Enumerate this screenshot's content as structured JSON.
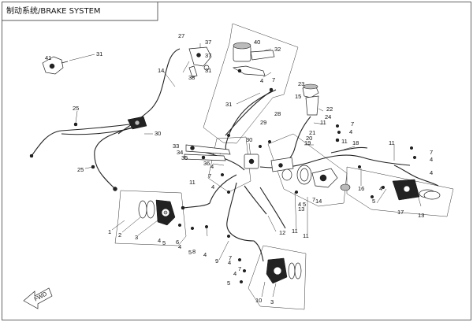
{
  "title": "制动系统/BRAKE SYSTEM",
  "direction_label": "FWD",
  "callouts": [
    {
      "id": "c-1",
      "text": "1"
    },
    {
      "id": "c-2",
      "text": "2"
    },
    {
      "id": "c-3a",
      "text": "3"
    },
    {
      "id": "c-3b",
      "text": "3"
    },
    {
      "id": "c-4a",
      "text": "4"
    },
    {
      "id": "c-4b",
      "text": "4"
    },
    {
      "id": "c-4c",
      "text": "4"
    },
    {
      "id": "c-4d",
      "text": "4"
    },
    {
      "id": "c-4e",
      "text": "4"
    },
    {
      "id": "c-4f",
      "text": "4"
    },
    {
      "id": "c-4g",
      "text": "4"
    },
    {
      "id": "c-4h",
      "text": "4"
    },
    {
      "id": "c-4i",
      "text": "4"
    },
    {
      "id": "c-4j",
      "text": "4"
    },
    {
      "id": "c-4k",
      "text": "4"
    },
    {
      "id": "c-4l",
      "text": "4"
    },
    {
      "id": "c-4m",
      "text": "4"
    },
    {
      "id": "c-5a",
      "text": "5"
    },
    {
      "id": "c-5b",
      "text": "5"
    },
    {
      "id": "c-5c",
      "text": "5"
    },
    {
      "id": "c-5d",
      "text": "5"
    },
    {
      "id": "c-5e",
      "text": "5"
    },
    {
      "id": "c-6",
      "text": "6"
    },
    {
      "id": "c-7a",
      "text": "7"
    },
    {
      "id": "c-7b",
      "text": "7"
    },
    {
      "id": "c-7c",
      "text": "7"
    },
    {
      "id": "c-7d",
      "text": "7"
    },
    {
      "id": "c-7e",
      "text": "7"
    },
    {
      "id": "c-7f",
      "text": "7"
    },
    {
      "id": "c-7g",
      "text": "7"
    },
    {
      "id": "c-8",
      "text": "8"
    },
    {
      "id": "c-9",
      "text": "9"
    },
    {
      "id": "c-10",
      "text": "10"
    },
    {
      "id": "c-11a",
      "text": "11"
    },
    {
      "id": "c-11b",
      "text": "11"
    },
    {
      "id": "c-11c",
      "text": "11"
    },
    {
      "id": "c-11d",
      "text": "11"
    },
    {
      "id": "c-11e",
      "text": "11"
    },
    {
      "id": "c-11f",
      "text": "11"
    },
    {
      "id": "c-12",
      "text": "12"
    },
    {
      "id": "c-13a",
      "text": "13"
    },
    {
      "id": "c-13b",
      "text": "13"
    },
    {
      "id": "c-14a",
      "text": "14"
    },
    {
      "id": "c-14b",
      "text": "14"
    },
    {
      "id": "c-15",
      "text": "15"
    },
    {
      "id": "c-16",
      "text": "16"
    },
    {
      "id": "c-17",
      "text": "17"
    },
    {
      "id": "c-18",
      "text": "18"
    },
    {
      "id": "c-19",
      "text": "19"
    },
    {
      "id": "c-20",
      "text": "20"
    },
    {
      "id": "c-21",
      "text": "21"
    },
    {
      "id": "c-22",
      "text": "22"
    },
    {
      "id": "c-23",
      "text": "23"
    },
    {
      "id": "c-24",
      "text": "24"
    },
    {
      "id": "c-25a",
      "text": "25"
    },
    {
      "id": "c-25b",
      "text": "25"
    },
    {
      "id": "c-27",
      "text": "27"
    },
    {
      "id": "c-28",
      "text": "28"
    },
    {
      "id": "c-29",
      "text": "29"
    },
    {
      "id": "c-30a",
      "text": "30"
    },
    {
      "id": "c-30b",
      "text": "30"
    },
    {
      "id": "c-31a",
      "text": "31"
    },
    {
      "id": "c-31b",
      "text": "31"
    },
    {
      "id": "c-31c",
      "text": "31"
    },
    {
      "id": "c-32",
      "text": "32"
    },
    {
      "id": "c-33",
      "text": "33"
    },
    {
      "id": "c-34",
      "text": "34"
    },
    {
      "id": "c-35",
      "text": "35"
    },
    {
      "id": "c-36",
      "text": "36"
    },
    {
      "id": "c-37a",
      "text": "37"
    },
    {
      "id": "c-37b",
      "text": "37"
    },
    {
      "id": "c-38",
      "text": "38"
    },
    {
      "id": "c-40",
      "text": "40"
    },
    {
      "id": "c-41",
      "text": "41"
    }
  ]
}
